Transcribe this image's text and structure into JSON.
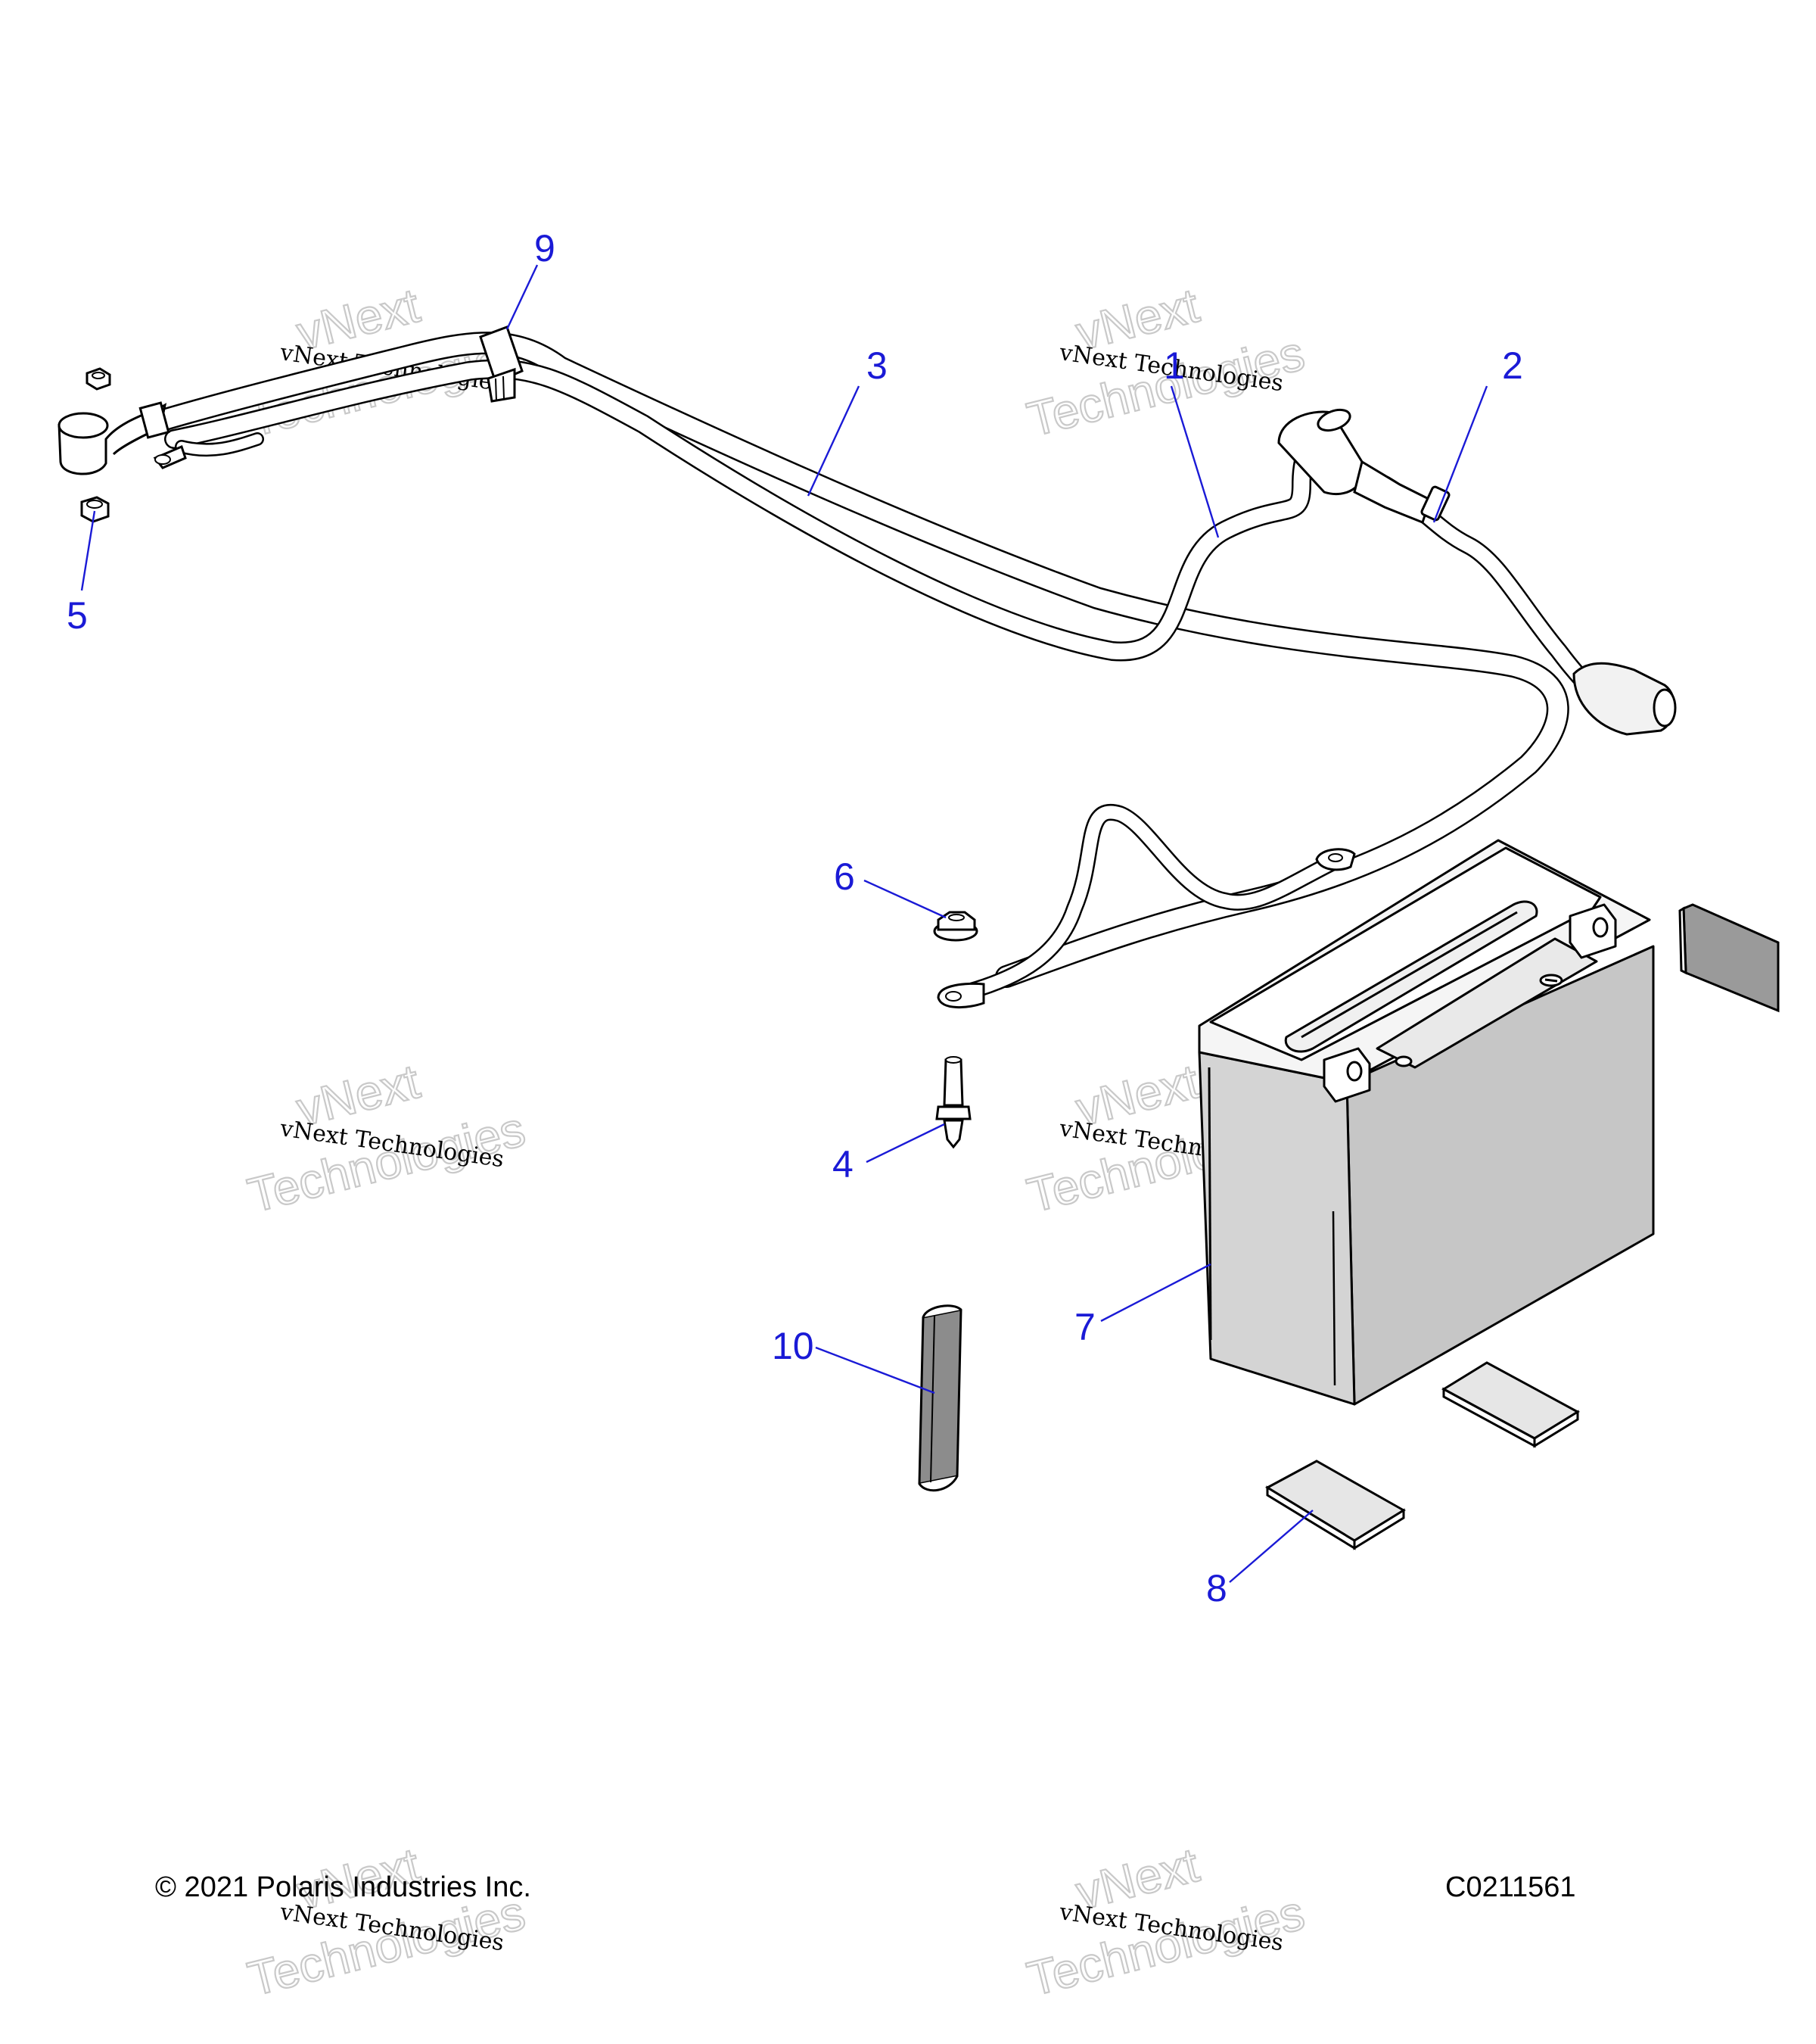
{
  "diagram": {
    "callouts": [
      {
        "id": "1",
        "label": "1"
      },
      {
        "id": "2",
        "label": "2"
      },
      {
        "id": "3",
        "label": "3"
      },
      {
        "id": "4",
        "label": "4"
      },
      {
        "id": "5",
        "label": "5"
      },
      {
        "id": "6",
        "label": "6"
      },
      {
        "id": "7",
        "label": "7"
      },
      {
        "id": "8",
        "label": "8"
      },
      {
        "id": "9",
        "label": "9"
      },
      {
        "id": "10",
        "label": "10"
      }
    ],
    "callout_color": "#1a1ad6",
    "battery_color": "#d4d4d4",
    "pad_color": "#9a9a9a"
  },
  "watermark": {
    "line1": "vNext Technologies",
    "line2": "vNext",
    "line3": "Technologies"
  },
  "footer": {
    "copyright": "© 2021 Polaris Industries Inc.",
    "code": "C0211561"
  }
}
